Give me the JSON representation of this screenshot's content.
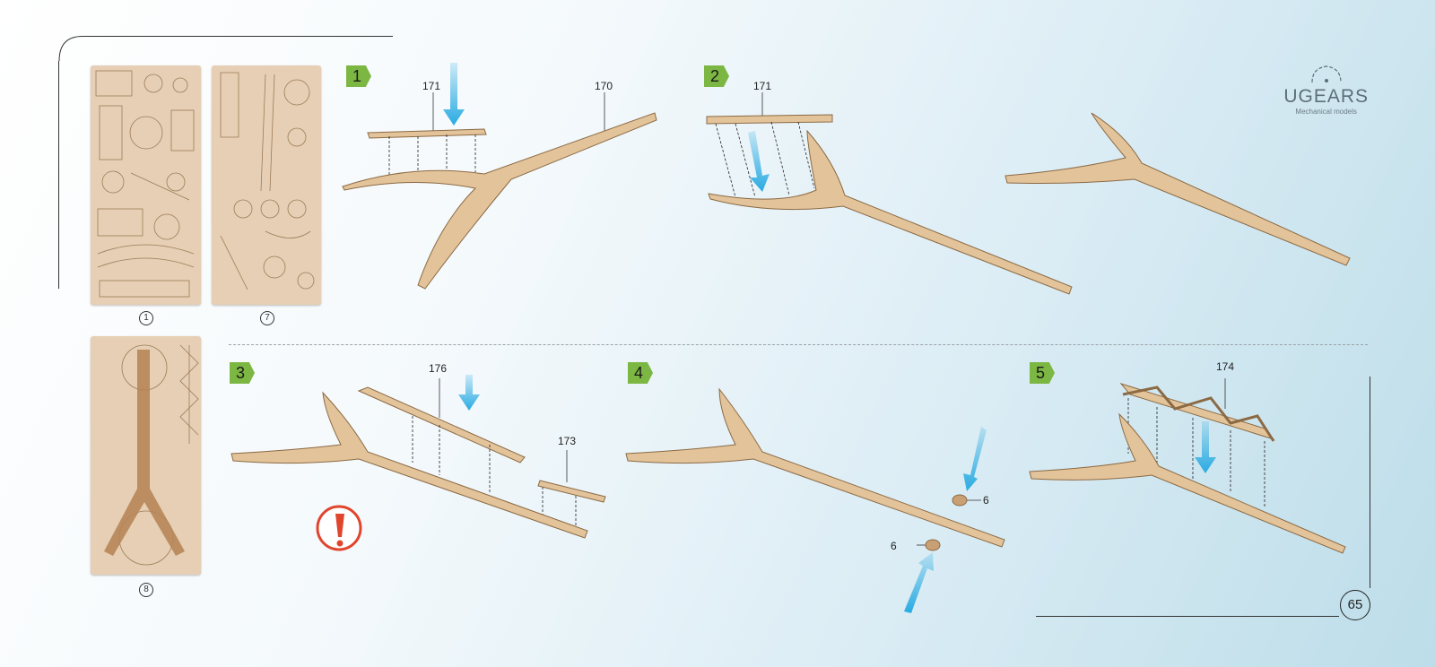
{
  "logo": {
    "name": "UGEARS",
    "tagline": "Mechanical models"
  },
  "sheets": [
    {
      "number": "1"
    },
    {
      "number": "7"
    },
    {
      "number": "8"
    }
  ],
  "steps": [
    {
      "number": "1",
      "parts": [
        "171",
        "170"
      ]
    },
    {
      "number": "2",
      "parts": [
        "171"
      ]
    },
    {
      "number": "3",
      "parts": [
        "176",
        "173"
      ]
    },
    {
      "number": "4",
      "parts": [
        "6",
        "6"
      ]
    },
    {
      "number": "5",
      "parts": [
        "174"
      ]
    }
  ],
  "page_number": "65",
  "colors": {
    "step_badge": "#7cb743",
    "arrow": "#29abe2",
    "wood": "#e3c39a",
    "warning": "#e0452d"
  },
  "icons": [
    "logo-gear-icon",
    "warning-icon",
    "arrow-down-icon"
  ]
}
